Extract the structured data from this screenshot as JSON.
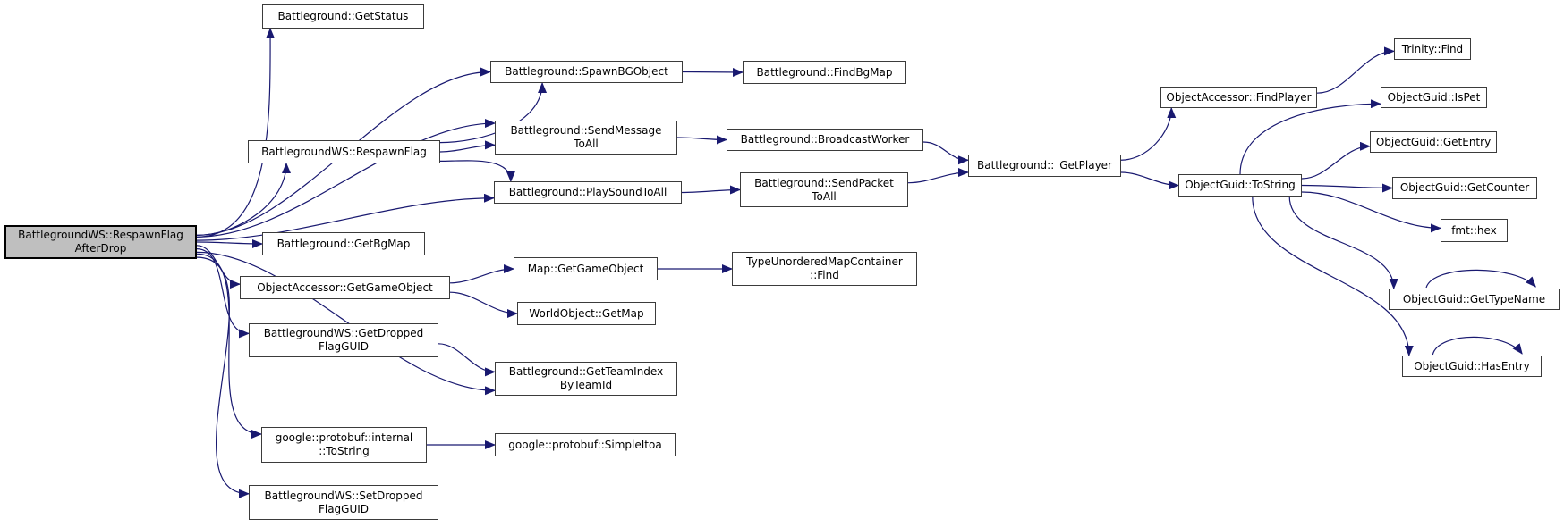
{
  "diagram": {
    "type": "call-graph",
    "colors": {
      "edge": "#191970",
      "node_border": "#3b3b3b",
      "root_fill": "#bfbfbf",
      "root_border": "#000000",
      "background": "#ffffff",
      "text": "#000000"
    },
    "root_id": "root",
    "nodes": [
      {
        "id": "root",
        "label": "BattlegroundWS::RespawnFlag\nAfterDrop"
      },
      {
        "id": "getstatus",
        "label": "Battleground::GetStatus"
      },
      {
        "id": "respawnflag",
        "label": "BattlegroundWS::RespawnFlag"
      },
      {
        "id": "getbgmap",
        "label": "Battleground::GetBgMap"
      },
      {
        "id": "oa_getgameobject",
        "label": "ObjectAccessor::GetGameObject"
      },
      {
        "id": "getdropped",
        "label": "BattlegroundWS::GetDropped\nFlagGUID"
      },
      {
        "id": "pb_tostring",
        "label": "google::protobuf::internal\n::ToString"
      },
      {
        "id": "setdropped",
        "label": "BattlegroundWS::SetDropped\nFlagGUID"
      },
      {
        "id": "spawnbg",
        "label": "Battleground::SpawnBGObject"
      },
      {
        "id": "sendmsg",
        "label": "Battleground::SendMessage\nToAll"
      },
      {
        "id": "playsound",
        "label": "Battleground::PlaySoundToAll"
      },
      {
        "id": "map_getgo",
        "label": "Map::GetGameObject"
      },
      {
        "id": "wo_getmap",
        "label": "WorldObject::GetMap"
      },
      {
        "id": "getteamindex",
        "label": "Battleground::GetTeamIndex\nByTeamId"
      },
      {
        "id": "simpleitoa",
        "label": "google::protobuf::SimpleItoa"
      },
      {
        "id": "findbgmap",
        "label": "Battleground::FindBgMap"
      },
      {
        "id": "broadcast",
        "label": "Battleground::BroadcastWorker"
      },
      {
        "id": "sendpacket",
        "label": "Battleground::SendPacket\nToAll"
      },
      {
        "id": "typeunordered",
        "label": "TypeUnorderedMapContainer\n::Find"
      },
      {
        "id": "getplayer",
        "label": "Battleground::_GetPlayer"
      },
      {
        "id": "findplayer",
        "label": "ObjectAccessor::FindPlayer"
      },
      {
        "id": "guid_tostring",
        "label": "ObjectGuid::ToString"
      },
      {
        "id": "trinity_find",
        "label": "Trinity::Find"
      },
      {
        "id": "ispet",
        "label": "ObjectGuid::IsPet"
      },
      {
        "id": "getentry",
        "label": "ObjectGuid::GetEntry"
      },
      {
        "id": "getcounter",
        "label": "ObjectGuid::GetCounter"
      },
      {
        "id": "fmthex",
        "label": "fmt::hex"
      },
      {
        "id": "gettypename",
        "label": "ObjectGuid::GetTypeName"
      },
      {
        "id": "hasentry",
        "label": "ObjectGuid::HasEntry"
      }
    ],
    "edges": [
      {
        "from": "root",
        "to": "getstatus"
      },
      {
        "from": "root",
        "to": "spawnbg"
      },
      {
        "from": "root",
        "to": "sendmsg"
      },
      {
        "from": "root",
        "to": "respawnflag"
      },
      {
        "from": "root",
        "to": "playsound"
      },
      {
        "from": "root",
        "to": "getbgmap"
      },
      {
        "from": "root",
        "to": "oa_getgameobject"
      },
      {
        "from": "root",
        "to": "getdropped"
      },
      {
        "from": "root",
        "to": "getteamindex"
      },
      {
        "from": "root",
        "to": "pb_tostring"
      },
      {
        "from": "root",
        "to": "setdropped"
      },
      {
        "from": "respawnflag",
        "to": "spawnbg"
      },
      {
        "from": "respawnflag",
        "to": "sendmsg"
      },
      {
        "from": "respawnflag",
        "to": "playsound"
      },
      {
        "from": "spawnbg",
        "to": "findbgmap"
      },
      {
        "from": "sendmsg",
        "to": "broadcast"
      },
      {
        "from": "playsound",
        "to": "sendpacket"
      },
      {
        "from": "broadcast",
        "to": "getplayer"
      },
      {
        "from": "sendpacket",
        "to": "getplayer"
      },
      {
        "from": "getplayer",
        "to": "findplayer"
      },
      {
        "from": "getplayer",
        "to": "guid_tostring"
      },
      {
        "from": "findplayer",
        "to": "trinity_find"
      },
      {
        "from": "guid_tostring",
        "to": "ispet"
      },
      {
        "from": "guid_tostring",
        "to": "getentry"
      },
      {
        "from": "guid_tostring",
        "to": "getcounter"
      },
      {
        "from": "guid_tostring",
        "to": "fmthex"
      },
      {
        "from": "guid_tostring",
        "to": "gettypename"
      },
      {
        "from": "guid_tostring",
        "to": "hasentry"
      },
      {
        "from": "gettypename",
        "to": "gettypename"
      },
      {
        "from": "hasentry",
        "to": "hasentry"
      },
      {
        "from": "oa_getgameobject",
        "to": "map_getgo"
      },
      {
        "from": "oa_getgameobject",
        "to": "wo_getmap"
      },
      {
        "from": "map_getgo",
        "to": "typeunordered"
      },
      {
        "from": "getdropped",
        "to": "getteamindex"
      },
      {
        "from": "pb_tostring",
        "to": "simpleitoa"
      }
    ]
  }
}
